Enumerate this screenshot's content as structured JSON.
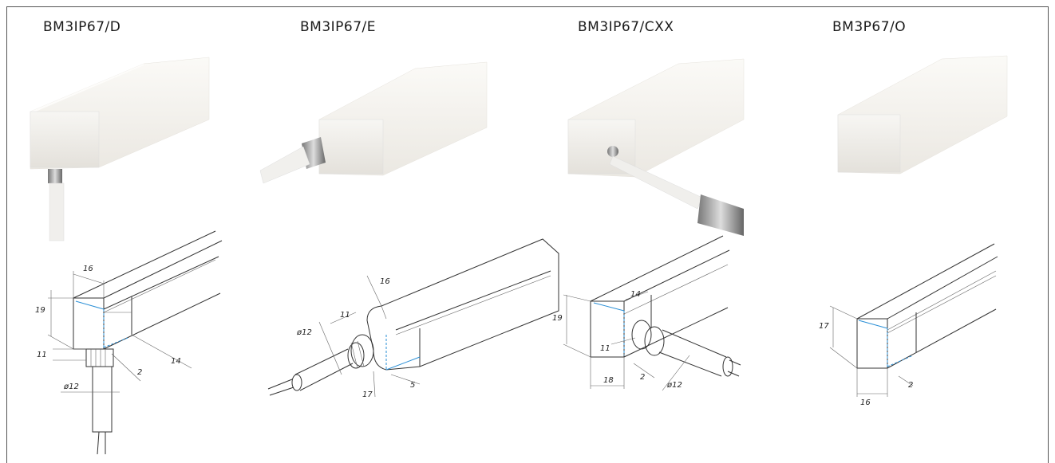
{
  "products": [
    {
      "name": "BM3IP67/D"
    },
    {
      "name": "BM3IP67/E"
    },
    {
      "name": "BM3IP67/CXX"
    },
    {
      "name": "BM3P67/O"
    }
  ],
  "dims": {
    "d": [
      "16",
      "19",
      "11",
      "ø12",
      "2",
      "14"
    ],
    "e": [
      "16",
      "11",
      "ø12",
      "17",
      "5"
    ],
    "c": [
      "14",
      "19",
      "11",
      "18",
      "2",
      "ø12"
    ],
    "o": [
      "17",
      "16",
      "2"
    ]
  },
  "colors": {
    "accent": "#2a8fd6",
    "line": "#333333",
    "profile": "#f4f2ee"
  }
}
